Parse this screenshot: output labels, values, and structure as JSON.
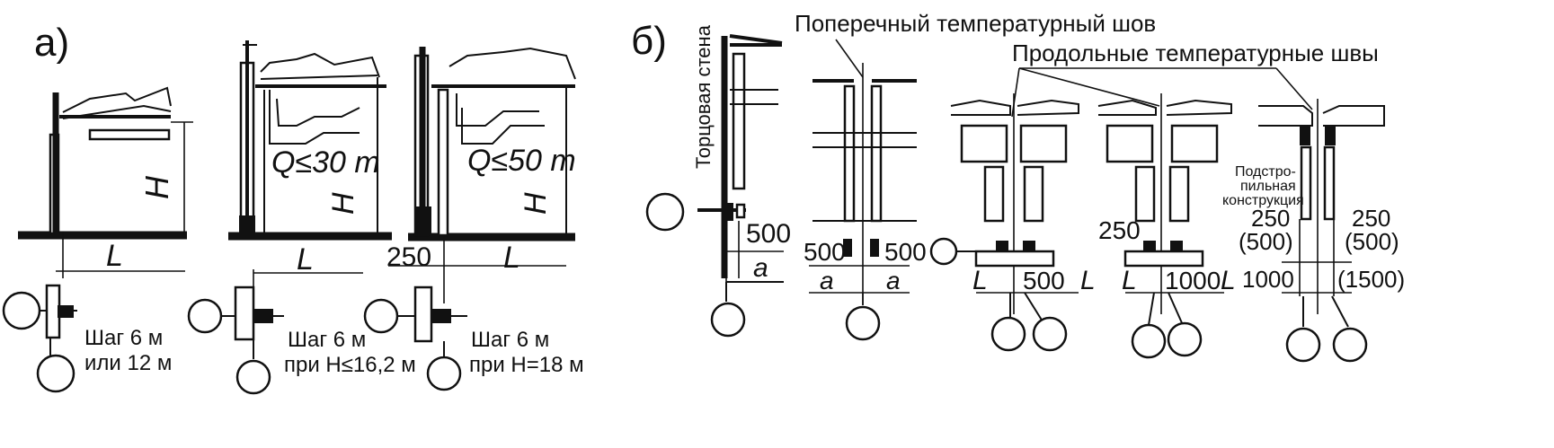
{
  "left": {
    "label": "а)",
    "H": "H",
    "L": "L",
    "frame2": {
      "load": "Q≤30 т"
    },
    "frame3": {
      "load": "Q≤50 т",
      "offset": "250"
    },
    "plan1": {
      "line1": "Шаг 6 м",
      "line2": "или 12 м"
    },
    "plan2": {
      "line1": "Шаг 6 м",
      "line2": "при H≤16,2 м"
    },
    "plan3": {
      "line1": "Шаг 6 м",
      "line2": "при H=18 м"
    }
  },
  "right": {
    "label": "б)",
    "end_wall": "Торцовая стена",
    "transverse_joint": "Поперечный температурный шов",
    "longitudinal_joints": "Продольные температурные швы",
    "substructure": [
      "Подстро-",
      "пильная",
      "конструкция"
    ],
    "dims": {
      "d500": "500",
      "a": "a",
      "L": "L",
      "d250": "250",
      "d1000": "1000",
      "d250_500_left": [
        "250",
        "(500)"
      ],
      "d250_500_right": [
        "250",
        "(500)"
      ],
      "d1000_left": "1000",
      "d1500_right": "(1500)"
    }
  }
}
